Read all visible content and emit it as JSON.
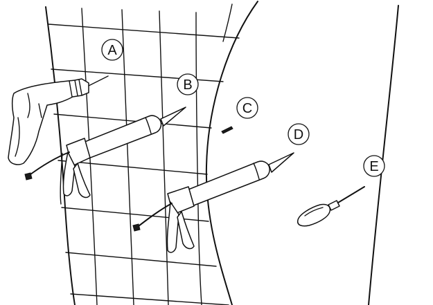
{
  "diagram": {
    "callouts": [
      {
        "id": "A",
        "label": "A"
      },
      {
        "id": "B",
        "label": "B"
      },
      {
        "id": "C",
        "label": "C"
      },
      {
        "id": "D",
        "label": "D"
      },
      {
        "id": "E",
        "label": "E"
      }
    ],
    "tools": [
      "drill-icon",
      "caulking-gun-icon",
      "screw-icon",
      "caulking-gun-icon",
      "screwdriver-icon"
    ],
    "colors": {
      "line": "#111111",
      "background": "#ffffff"
    }
  }
}
